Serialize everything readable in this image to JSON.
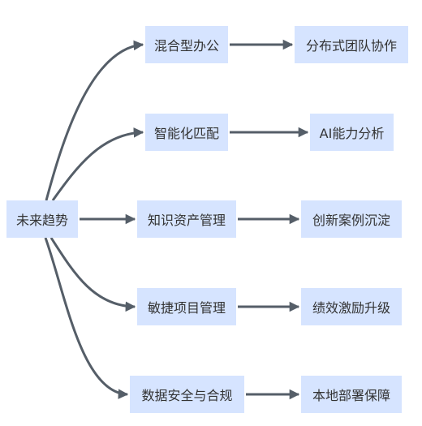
{
  "colors": {
    "node_fill": "#D6E4FF",
    "edge": "#555E68",
    "text": "#333333",
    "background": "#FFFFFF"
  },
  "nodes": {
    "root": "未来趋势",
    "a1": "混合型办公",
    "b1": "分布式团队协作",
    "a2": "智能化匹配",
    "b2": "AI能力分析",
    "a3": "知识资产管理",
    "b3": "创新案例沉淀",
    "a4": "敏捷项目管理",
    "b4": "绩效激励升级",
    "a5": "数据安全与合规",
    "b5": "本地部署保障"
  }
}
